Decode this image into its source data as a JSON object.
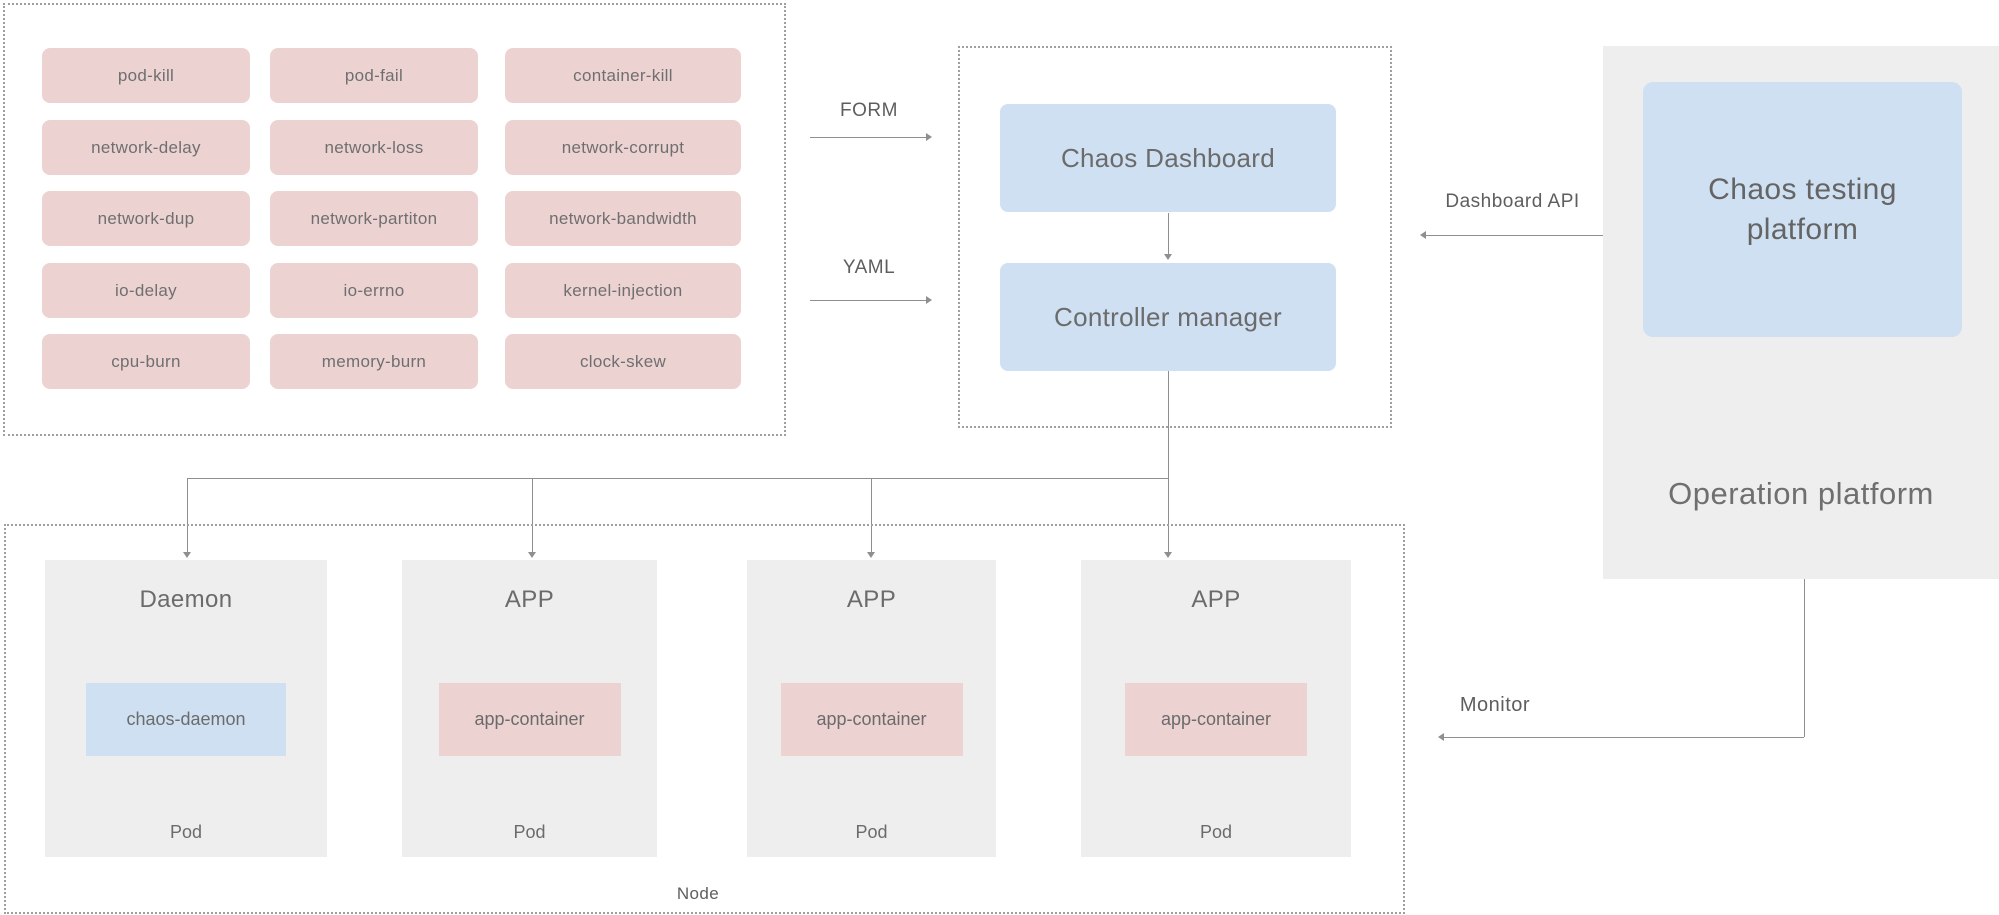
{
  "experiments": {
    "items": [
      "pod-kill",
      "pod-fail",
      "container-kill",
      "network-delay",
      "network-loss",
      "network-corrupt",
      "network-dup",
      "network-partiton",
      "network-bandwidth",
      "io-delay",
      "io-errno",
      "kernel-injection",
      "cpu-burn",
      "memory-burn",
      "clock-skew"
    ]
  },
  "flows": {
    "form": "FORM",
    "yaml": "YAML",
    "dashboard_api": "Dashboard API",
    "monitor": "Monitor"
  },
  "control_plane": {
    "dashboard": "Chaos Dashboard",
    "controller_manager": "Controller manager"
  },
  "operation": {
    "testing_platform": "Chaos testing platform",
    "platform_title": "Operation platform"
  },
  "node": {
    "label": "Node",
    "pods": [
      {
        "title": "Daemon",
        "container": "chaos-daemon",
        "footer": "Pod"
      },
      {
        "title": "APP",
        "container": "app-container",
        "footer": "Pod"
      },
      {
        "title": "APP",
        "container": "app-container",
        "footer": "Pod"
      },
      {
        "title": "APP",
        "container": "app-container",
        "footer": "Pod"
      }
    ]
  },
  "colors": {
    "pink": "#edd2d2",
    "blue": "#cfe0f2",
    "panel_gray": "#eeeeee",
    "line": "#8f8f8f",
    "text": "#6b6b6b"
  }
}
